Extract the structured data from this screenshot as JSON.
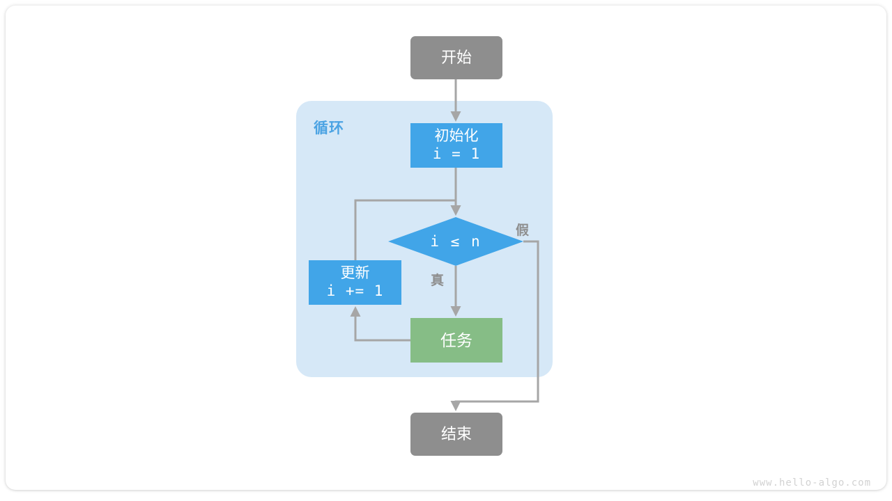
{
  "diagram": {
    "type": "flowchart",
    "title_watermark": "www.hello-algo.com",
    "loop_container": {
      "label": "循环",
      "fill": "#d6e8f7",
      "label_color": "#4ba3e3"
    },
    "nodes": {
      "start": {
        "label": "开始",
        "shape": "terminator",
        "fill": "#8e8e8e"
      },
      "init": {
        "line1": "初始化",
        "line2": "i = 1",
        "shape": "process",
        "fill": "#41a5e8"
      },
      "condition": {
        "label": "i ≤ n",
        "shape": "decision",
        "fill": "#41a5e8"
      },
      "update": {
        "line1": "更新",
        "line2": "i += 1",
        "shape": "process",
        "fill": "#41a5e8"
      },
      "task": {
        "label": "任务",
        "shape": "process",
        "fill": "#86bd86"
      },
      "end": {
        "label": "结束",
        "shape": "terminator",
        "fill": "#8e8e8e"
      }
    },
    "edge_labels": {
      "true_branch": "真",
      "false_branch": "假"
    },
    "colors": {
      "accent_blue": "#41a5e8",
      "light_blue": "#d6e8f7",
      "green": "#86bd86",
      "gray": "#8e8e8e",
      "edge": "#a6a6a6",
      "watermark": "#d2d2d2",
      "background": "#ffffff"
    }
  }
}
